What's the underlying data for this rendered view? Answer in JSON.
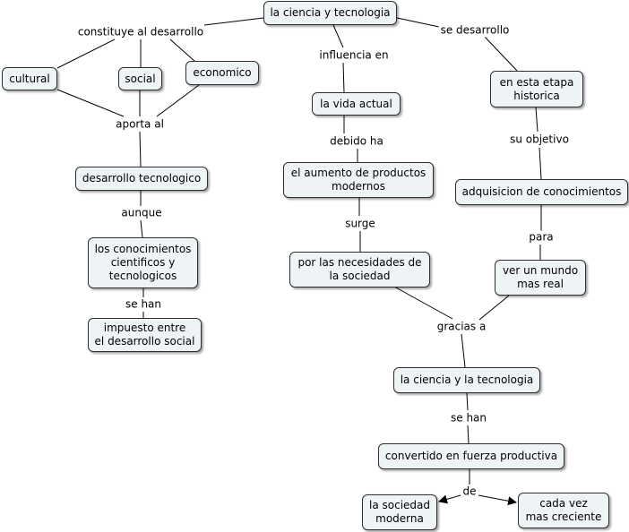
{
  "concepts": {
    "ciencia_tecnologia": "la ciencia y tecnologia",
    "cultural": "cultural",
    "social": "social",
    "economico": "economico",
    "desarrollo_tecnologico": "desarrollo tecnologico",
    "conocimientos": "los conocimientos\ncientificos y\ntecnologicos",
    "impuesto": "impuesto entre\nel desarrollo social",
    "vida_actual": "la vida actual",
    "aumento_productos": "el aumento de productos\nmodernos",
    "necesidades": "por las necesidades de\nla sociedad",
    "etapa_historica": "en esta etapa\nhistorica",
    "adquisicion": "adquisicion de conocimientos",
    "mundo_real": "ver un mundo\nmas real",
    "ciencia_la_tecnologia": "la ciencia y la tecnologia",
    "fuerza_productiva": "convertido en fuerza productiva",
    "sociedad_moderna": "la sociedad\nmoderna",
    "cada_vez": "cada vez\nmas creciente"
  },
  "phrases": {
    "constituye": "constituye al desarrollo",
    "aporta": "aporta al",
    "aunque": "aunque",
    "se_han_1": "se han",
    "influencia": "influencia en",
    "debido": "debido ha",
    "surge": "surge",
    "se_desarrollo": "se desarrollo",
    "objetivo": "su objetivo",
    "para": "para",
    "gracias": "gracias a",
    "se_han_2": "se han",
    "de": "de"
  }
}
